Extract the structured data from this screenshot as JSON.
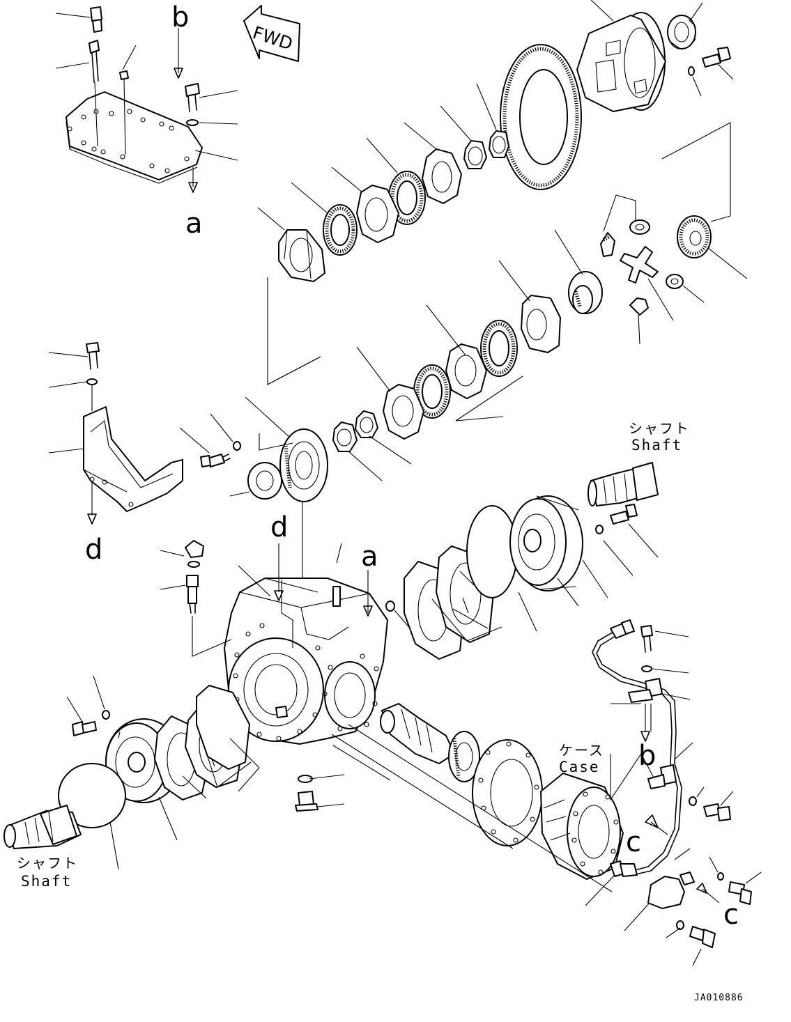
{
  "fwd_label": "FWD",
  "callout_letters": {
    "a_top": "a",
    "a_mid": "a",
    "b_top": "b",
    "b_right": "b",
    "c_upper": "c",
    "c_lower": "c",
    "d_left": "d",
    "d_mid": "d"
  },
  "texts": {
    "shaft_right_jp": "シャフト",
    "shaft_right_en": "Shaft",
    "shaft_left_jp": "シャフト",
    "shaft_left_en": "Shaft",
    "case_jp": "ケース",
    "case_en": "Case"
  },
  "drawing_code": "JA010886"
}
